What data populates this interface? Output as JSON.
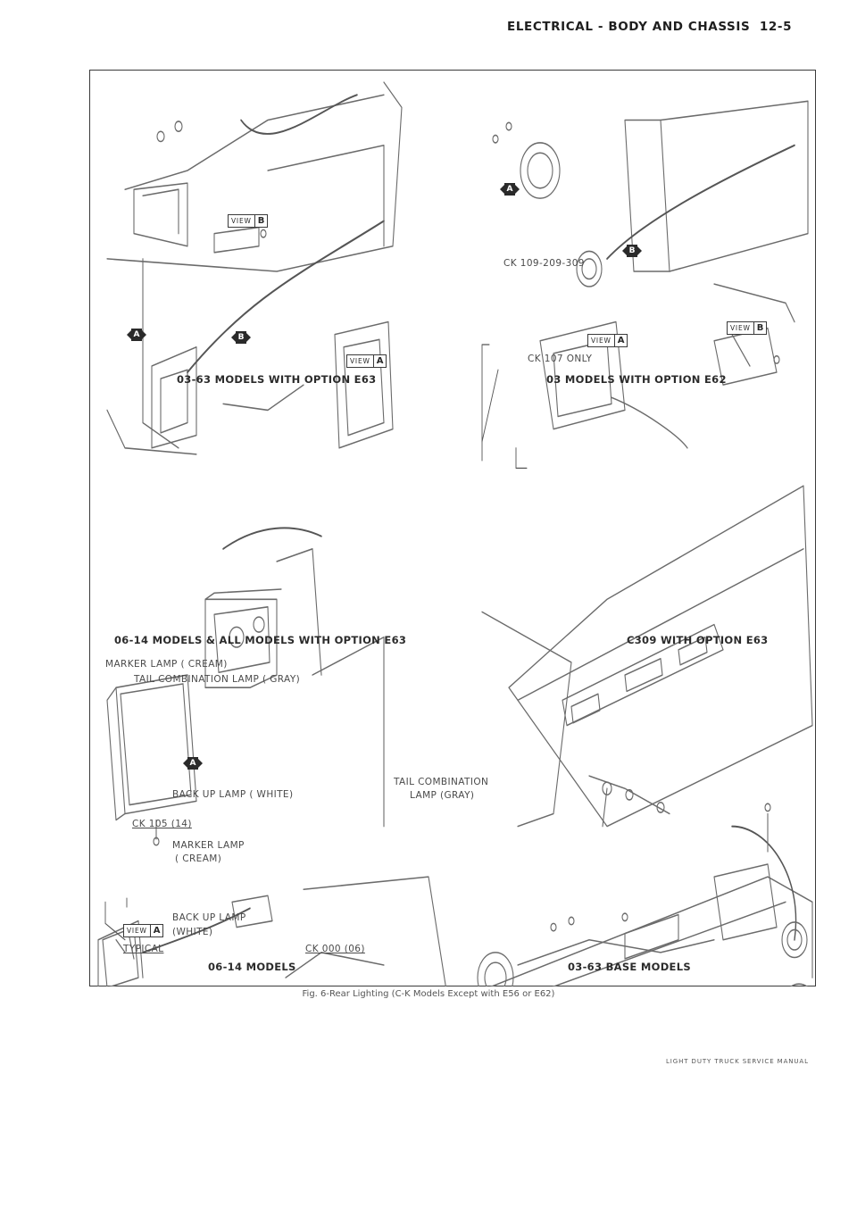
{
  "header": {
    "title": "ELECTRICAL - BODY AND CHASSIS",
    "page_number": "12-5"
  },
  "panels": {
    "p1": {
      "caption": "03-63 MODELS WITH OPTION E63",
      "view_b": "B",
      "view_a": "A",
      "arrow_a": "A",
      "arrow_b": "B"
    },
    "p2": {
      "caption": "03 MODELS WITH OPTION E62",
      "label_ck109": "CK 109-209-309",
      "label_ck107": "CK 107 ONLY",
      "view_a": "A",
      "view_b": "B",
      "arrow_a": "A",
      "arrow_b": "B"
    },
    "p3": {
      "caption": "06-14 MODELS & ALL MODELS WITH OPTION E63"
    },
    "p4": {
      "caption": "C309 WITH OPTION E63"
    },
    "p5": {
      "caption": "06-14 MODELS",
      "marker_lamp_top": "MARKER LAMP ( CREAM)",
      "tail_combination_top": "TAIL COMBINATION LAMP ( GRAY)",
      "backup_lamp_top": "BACK UP LAMP ( WHITE)",
      "tail_combination_right_1": "TAIL COMBINATION",
      "tail_combination_right_2": "LAMP (GRAY)",
      "ck105": "CK 105 (14)",
      "marker_lamp_2_line1": "MARKER LAMP",
      "marker_lamp_2_line2": "( CREAM)",
      "backup_lamp_2_line1": "BACK UP LAMP",
      "backup_lamp_2_line2": "(WHITE)",
      "ck000": "CK 000 (06)",
      "typical": "TYPICAL",
      "view_a": "A",
      "arrow_a": "A"
    },
    "p6": {
      "caption": "03-63 BASE MODELS"
    }
  },
  "view_word": "VIEW",
  "figure_caption": "Fig. 6-Rear Lighting (C-K Models Except with E56 or E62)",
  "footer": "LIGHT DUTY TRUCK SERVICE MANUAL"
}
